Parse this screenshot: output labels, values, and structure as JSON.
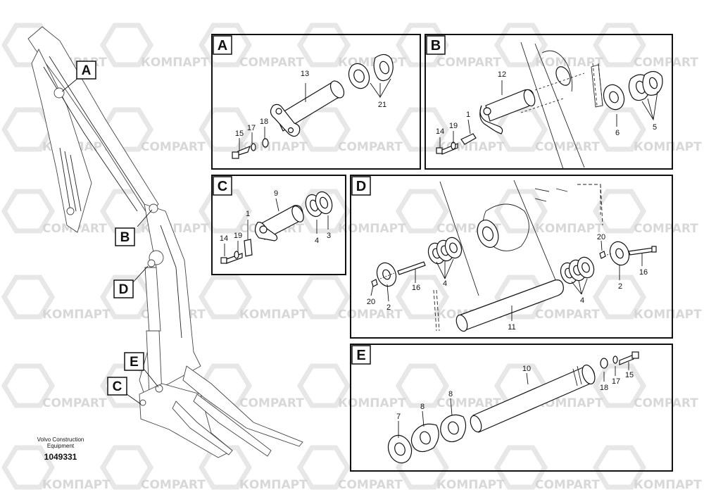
{
  "watermark": {
    "latin": "COMPART",
    "cyrillic": "КОМПАРТ",
    "color": "#d4d4d4"
  },
  "callouts": [
    "A",
    "B",
    "C",
    "D",
    "E"
  ],
  "panels": {
    "A": {
      "letter": "A",
      "labels": [
        "13",
        "21",
        "15",
        "17",
        "18"
      ]
    },
    "B": {
      "letter": "B",
      "labels": [
        "12",
        "1",
        "19",
        "14",
        "6",
        "5"
      ]
    },
    "C": {
      "letter": "C",
      "labels": [
        "9",
        "1",
        "19",
        "14",
        "4",
        "3"
      ]
    },
    "D": {
      "letter": "D",
      "labels": [
        "4",
        "16",
        "2",
        "20",
        "4",
        "11",
        "20",
        "16",
        "2"
      ]
    },
    "E": {
      "letter": "E",
      "labels": [
        "10",
        "18",
        "17",
        "15",
        "8",
        "8",
        "7"
      ]
    }
  },
  "footer": {
    "company_line1": "Volvo Construction",
    "company_line2": "Equipment",
    "drawing_number": "1049331"
  }
}
